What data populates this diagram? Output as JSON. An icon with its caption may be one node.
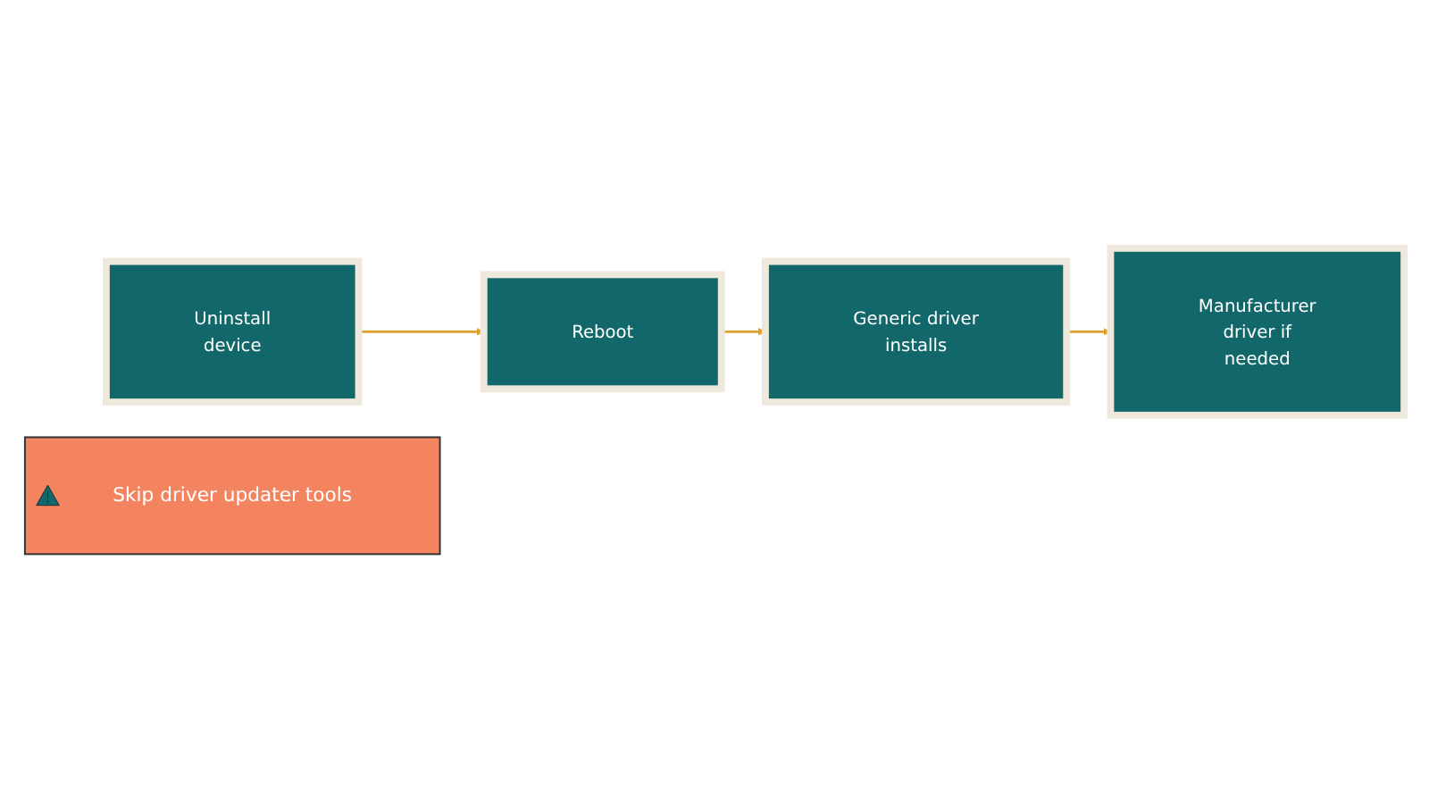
{
  "diagram": {
    "nodes": [
      {
        "text": [
          "Uninstall device"
        ]
      },
      {
        "text": [
          "Reboot"
        ]
      },
      {
        "text": [
          "Generic driver installs"
        ]
      },
      {
        "text": [
          "Manufacturer driver if needed"
        ]
      },
      {
        "text": [
          "Skip driver updater tools"
        ]
      }
    ],
    "edges": [
      {
        "from": 0,
        "to": 1,
        "arrow": "to"
      },
      {
        "from": 1,
        "to": 2,
        "arrow": "to"
      },
      {
        "from": 2,
        "to": 3,
        "arrow": "to"
      }
    ]
  }
}
